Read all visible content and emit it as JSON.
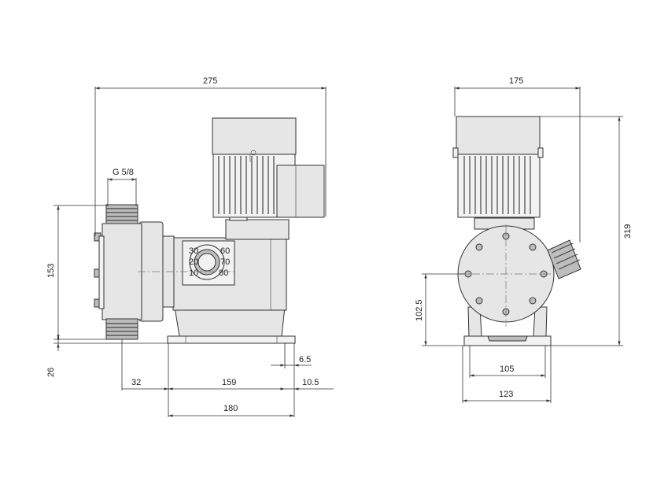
{
  "dimensions": {
    "front_width": "275",
    "inlet_thread": "G 5/8",
    "front_height": "153",
    "base_height": "26",
    "base_offset_left": "32",
    "base_span": "159",
    "base_width": "180",
    "foot_offset": "6.5",
    "foot_right": "10.5",
    "side_width": "175",
    "side_height": "319",
    "axis_height": "102.5",
    "foot_inner": "105",
    "foot_outer": "123"
  },
  "colors": {
    "line": "#333333",
    "body_fill": "#e6e6e6",
    "dark_fill": "#bdbdbd"
  }
}
